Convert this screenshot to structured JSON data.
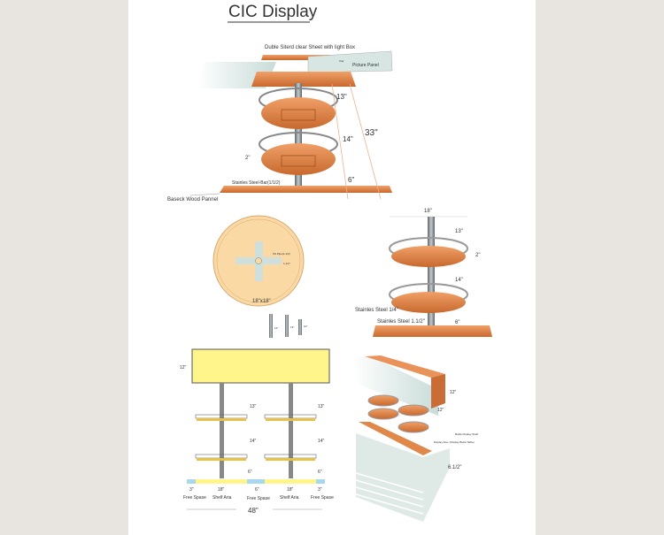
{
  "title": "CIC Display",
  "colors": {
    "wood": "#e0874a",
    "wood_dark": "#b8602a",
    "steel": "#8a9095",
    "glass": "#d5e3e0",
    "panel_yellow": "#fff58a",
    "free_space": "#a8d8ec",
    "page": "#e8e5e1"
  },
  "top_view": {
    "header": "Duble Siterd clear Sheet with  light Box",
    "clear_label": "Clar",
    "picture_panel": "Picture Panel",
    "dim_13": "13\"",
    "dim_14": "14\"",
    "dim_33": "33\"",
    "dim_2": "2\"",
    "dim_6": "6\"",
    "bar_label": "Stainles Steel-Bar(1/1/2)",
    "base_label": "Baseck Wood Pannel"
  },
  "plan_view": {
    "pipe_label": "SS Pipe(1-1/2)",
    "pipe_dim": "1-1/2\"",
    "size_label": "18\"x18\"",
    "pipes": [
      "14\"",
      "13\"",
      "10\""
    ]
  },
  "side_view": {
    "width": "18\"",
    "dim_13": "13\"",
    "dim_2": "2\"",
    "dim_14": "14\"",
    "rail_label": "Stainles Steel 1/4\"",
    "pole_label": "Stainles Steel 1.1/2\"",
    "dim_6": "6\""
  },
  "front_view": {
    "panel_height": "12\"",
    "dim_13": "13\"",
    "dim_14": "14\"",
    "dim_6": "6\"",
    "segments": [
      {
        "dim": "3\"",
        "label": "Free Spase"
      },
      {
        "dim": "18\"",
        "label": "Shelf Aria"
      },
      {
        "dim": "6\"",
        "label": "Free Spase"
      },
      {
        "dim": "18\"",
        "label": "Shelf Aria"
      },
      {
        "dim": "3\"",
        "label": "Free Spase"
      }
    ],
    "total_width": "48\""
  },
  "iso_view": {
    "dim_12a": "12\"",
    "dim_12b": "12\"",
    "bottle_label": "Bottle Display Shelf",
    "display_label": "Display Aria- (Display Bulck Table)",
    "dim_depth": "6.1/2\""
  }
}
